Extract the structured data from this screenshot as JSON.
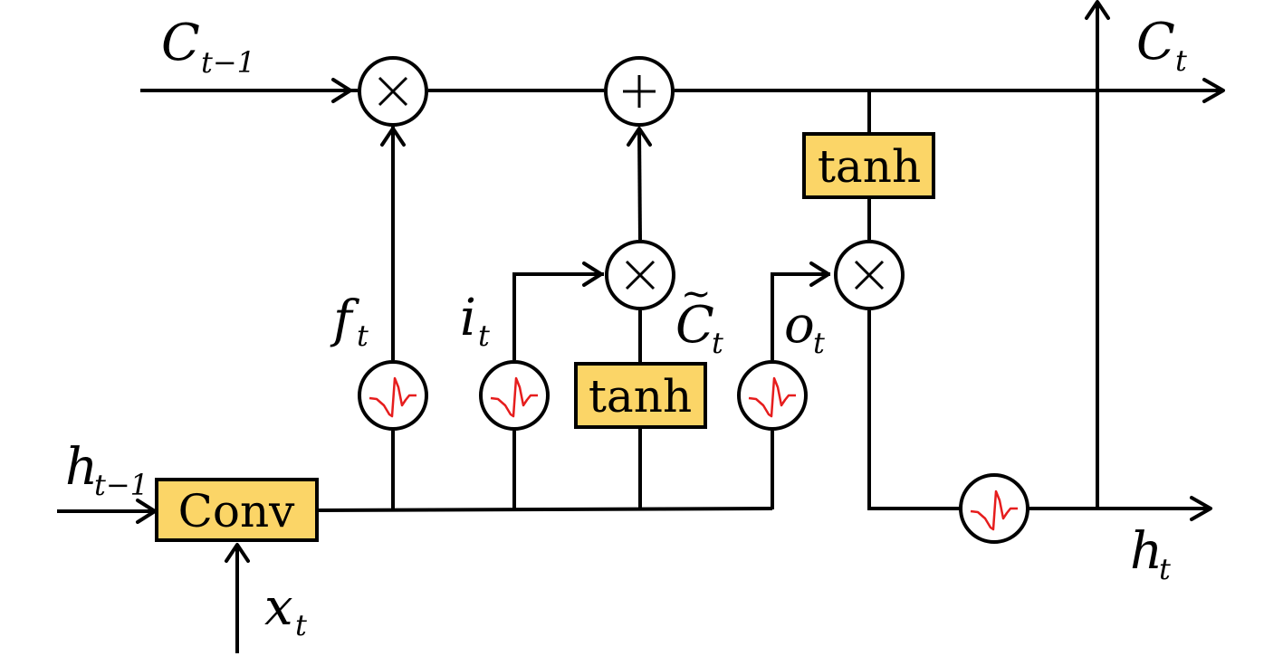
{
  "diagram": {
    "type": "ConvLSTM cell",
    "boxes": {
      "conv": "Conv",
      "tanh_cell": "tanh",
      "tanh_output": "tanh"
    },
    "operators": {
      "forget_mult": "×",
      "cell_add": "+",
      "input_mult": "×",
      "output_mult": "×"
    },
    "labels": {
      "c_prev": {
        "main": "C",
        "sub": "t−1"
      },
      "c_next": {
        "main": "C",
        "sub": "t"
      },
      "h_prev": {
        "main": "h",
        "sub": "t−1"
      },
      "h_next": {
        "main": "h",
        "sub": "t"
      },
      "x_t": {
        "main": "x",
        "sub": "t"
      },
      "f_t": {
        "main": "f",
        "sub": "t"
      },
      "i_t": {
        "main": "i",
        "sub": "t"
      },
      "o_t": {
        "main": "o",
        "sub": "t"
      },
      "c_tilde": {
        "main": "C",
        "sub": "t",
        "accent": "~"
      }
    },
    "activation_icon": "sigmoid-waveform",
    "colors": {
      "box_fill": "#fbd567",
      "line": "#000000",
      "activation_stroke": "#e61d1d"
    }
  }
}
